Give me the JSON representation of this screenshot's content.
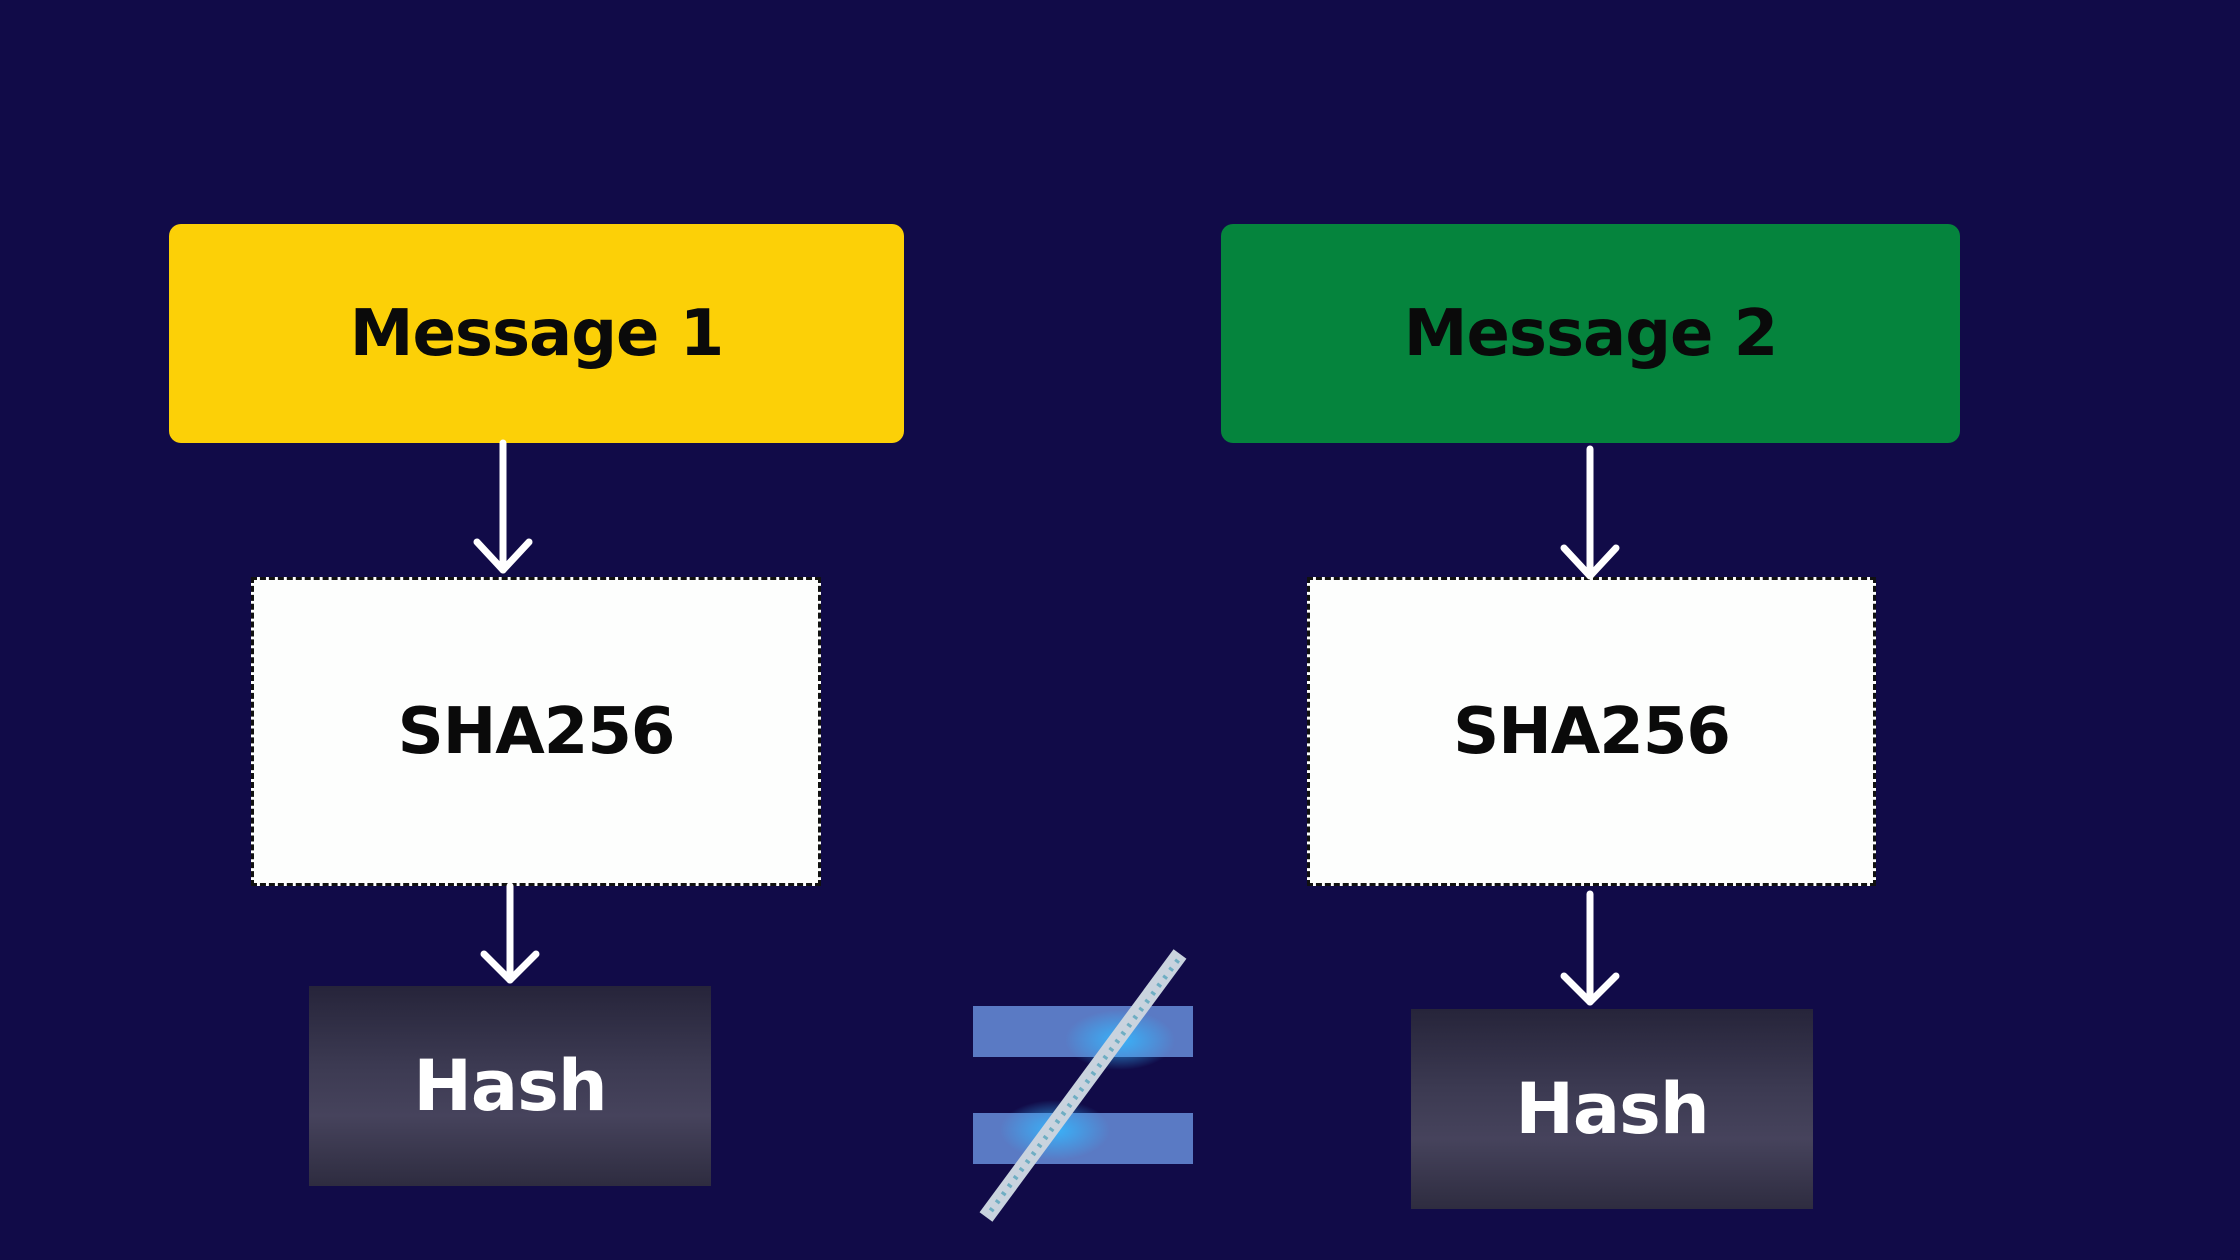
{
  "diagram": {
    "left_column": {
      "message_label": "Message 1",
      "message_color": "#fcd007",
      "function_label": "SHA256",
      "output_label": "Hash"
    },
    "right_column": {
      "message_label": "Message 2",
      "message_color": "#05843d",
      "function_label": "SHA256",
      "output_label": "Hash"
    },
    "comparison_symbol": "not-equal-icon",
    "colors": {
      "background": "#110b48",
      "arrow": "#ffffff",
      "not_equal_bars": "#5a7ac4",
      "not_equal_slash": "#c9d3de"
    }
  }
}
